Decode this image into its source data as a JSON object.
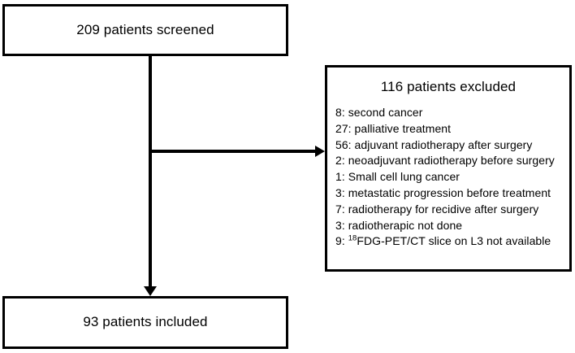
{
  "diagram": {
    "type": "patient-flow-chart",
    "boxes": {
      "screened": {
        "label": "209 patients screened",
        "count": 209
      },
      "excluded": {
        "title": "116 patients excluded",
        "count": 116,
        "reasons": [
          {
            "count": 8,
            "text": "8: second cancer"
          },
          {
            "count": 27,
            "text": "27: palliative  treatment"
          },
          {
            "count": 56,
            "text": "56: adjuvant radiotherapy after surgery"
          },
          {
            "count": 2,
            "text": "2: neoadjuvant radiotherapy before surgery"
          },
          {
            "count": 1,
            "text": "1: Small cell lung cancer"
          },
          {
            "count": 3,
            "text": "3: metastatic progression before treatment"
          },
          {
            "count": 7,
            "text": "7: radiotherapy for recidive after surgery"
          },
          {
            "count": 3,
            "text": "3: radiotherapic not done"
          },
          {
            "count": 9,
            "prefix": "9: ",
            "superscript": "18",
            "suffix": "FDG-PET/CT slice on L3 not available"
          }
        ]
      },
      "included": {
        "label": "93 patients included",
        "count": 93
      }
    },
    "connectors": {
      "vertical_label": "screened-to-included",
      "horizontal_label": "screened-to-excluded"
    },
    "colors": {
      "stroke": "#000000",
      "background": "#ffffff",
      "text": "#000000"
    }
  }
}
